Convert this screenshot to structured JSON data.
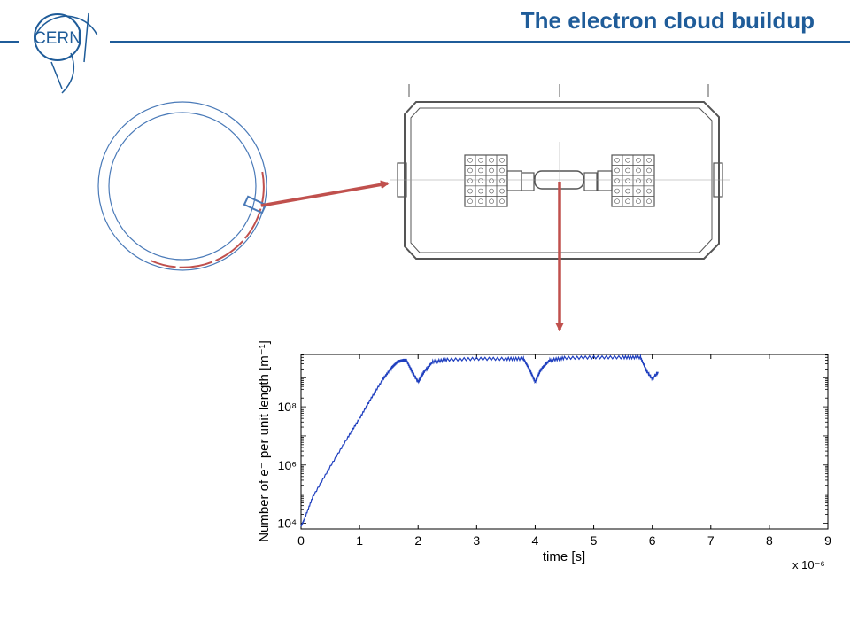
{
  "slide": {
    "title": "The electron cloud buildup",
    "logo_text": "CERN",
    "accent_color": "#1f5c99",
    "arrow_color": "#c0504d"
  },
  "chart_data": {
    "type": "line",
    "title": "",
    "xlabel": "time [s]",
    "ylabel": "Number of e⁻ per unit length [m⁻¹]",
    "x_multiplier_label": "x 10⁻⁶",
    "xscale": "linear",
    "yscale": "log",
    "xlim": [
      0,
      9
    ],
    "ylim_log10": [
      3.8,
      9.8
    ],
    "x_ticks": [
      "0",
      "1",
      "2",
      "3",
      "4",
      "5",
      "6",
      "7",
      "8",
      "9"
    ],
    "y_ticks": [
      {
        "value_log10": 4,
        "label": "10⁴"
      },
      {
        "value_log10": 6,
        "label": "10⁶"
      },
      {
        "value_log10": 8,
        "label": "10⁸"
      }
    ],
    "series_color": "#1f3fbf",
    "series": [
      {
        "x": [
          0,
          0.05,
          0.2,
          0.5,
          0.8,
          1.0,
          1.2,
          1.4,
          1.55,
          1.65,
          1.75,
          1.8,
          1.9,
          2.0,
          2.1,
          2.25,
          2.5,
          3.0,
          3.5,
          3.8,
          3.9,
          4.0,
          4.1,
          4.25,
          4.5,
          5.0,
          5.5,
          5.8,
          5.9,
          6.0,
          6.1
        ],
        "y_log10": [
          3.9,
          4.1,
          4.9,
          5.95,
          6.95,
          7.6,
          8.3,
          8.95,
          9.35,
          9.55,
          9.6,
          9.6,
          9.2,
          8.85,
          9.2,
          9.55,
          9.62,
          9.65,
          9.65,
          9.65,
          9.3,
          8.85,
          9.3,
          9.6,
          9.68,
          9.7,
          9.7,
          9.7,
          9.25,
          8.95,
          9.2
        ]
      }
    ]
  }
}
